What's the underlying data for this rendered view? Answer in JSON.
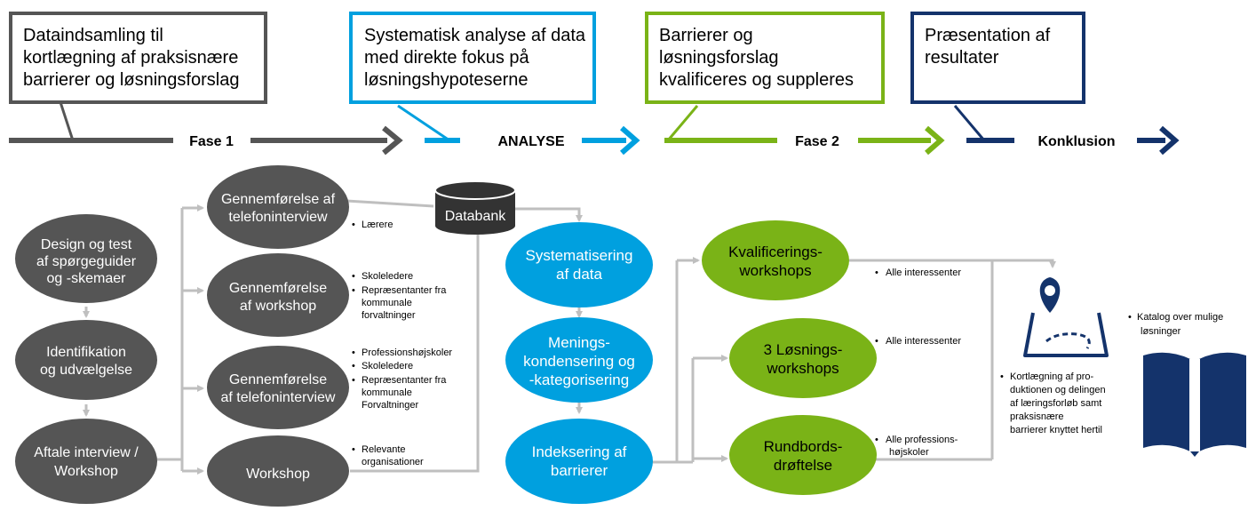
{
  "colors": {
    "gray": "#555555",
    "blue": "#00a0df",
    "green": "#7ab317",
    "navy": "#14336b",
    "connector": "#bfbfbf"
  },
  "phases": [
    {
      "box_lines": [
        "Dataindsamling til",
        "kortlægning af praksisnære",
        "barrierer og løsningsforslag"
      ],
      "label": "Fase 1"
    },
    {
      "box_lines": [
        "Systematisk analyse af data",
        "med direkte fokus på",
        "løsningshypoteserne"
      ],
      "label": "ANALYSE"
    },
    {
      "box_lines": [
        "Barrierer og",
        "løsningsforslag",
        "kvalificeres og suppleres"
      ],
      "label": "Fase 2"
    },
    {
      "box_lines": [
        "Præsentation af",
        "resultater"
      ],
      "label": "Konklusion"
    }
  ],
  "phase1_steps": [
    {
      "lines": [
        "Design og test",
        "af spørgeguider",
        "og -skemaer"
      ]
    },
    {
      "lines": [
        "Identifikation",
        "og udvælgelse"
      ]
    },
    {
      "lines": [
        "Aftale interview /",
        "Workshop"
      ]
    }
  ],
  "collection_methods": [
    {
      "lines": [
        "Gennemførelse af",
        "telefoninterview"
      ],
      "bullets": [
        "Lærere"
      ]
    },
    {
      "lines": [
        "Gennemførelse",
        "af workshop"
      ],
      "bullets": [
        "Skoleledere",
        "Repræsentanter fra",
        "kommunale",
        "forvaltninger"
      ],
      "bullet_starts": [
        true,
        true,
        false,
        false
      ]
    },
    {
      "lines": [
        "Gennemførelse",
        "af telefoninterview"
      ],
      "bullets": [
        "Professionshøjskoler",
        "Skoleledere",
        "Repræsentanter fra",
        "kommunale",
        "Forvaltninger"
      ],
      "bullet_starts": [
        true,
        true,
        true,
        false,
        false
      ]
    },
    {
      "lines": [
        "Workshop"
      ],
      "bullets": [
        "Relevante",
        "organisationer"
      ],
      "bullet_starts": [
        true,
        false
      ]
    }
  ],
  "databank": {
    "label": "Databank"
  },
  "analysis_steps": [
    {
      "lines": [
        "Systematisering",
        "af data"
      ]
    },
    {
      "lines": [
        "Menings-",
        "kondensering og",
        "-kategorisering"
      ]
    },
    {
      "lines": [
        "Indeksering af",
        "barrierer"
      ]
    }
  ],
  "phase2_steps": [
    {
      "lines": [
        "Kvalificerings-",
        "workshops"
      ],
      "bullets": [
        "Alle interessenter"
      ],
      "bullet_starts": [
        true
      ]
    },
    {
      "lines": [
        "3 Løsnings-",
        "workshops"
      ],
      "bullets": [
        "Alle interessenter"
      ],
      "bullet_starts": [
        true
      ]
    },
    {
      "lines": [
        "Rundbords-",
        "drøftelse"
      ],
      "bullets": [
        "Alle professions-",
        "højskoler"
      ],
      "bullet_starts": [
        true,
        false
      ]
    }
  ],
  "conclusion": {
    "map_icon": "map-pin-icon",
    "book_icon": "open-book-icon",
    "catalog_bullet": [
      "Katalog over mulige",
      "løsninger"
    ],
    "mapping_bullet": [
      "Kortlægning af pro-",
      "duktionen og delingen",
      "af læringsforløb samt",
      "praksisnære",
      "barrierer knyttet hertil"
    ]
  }
}
